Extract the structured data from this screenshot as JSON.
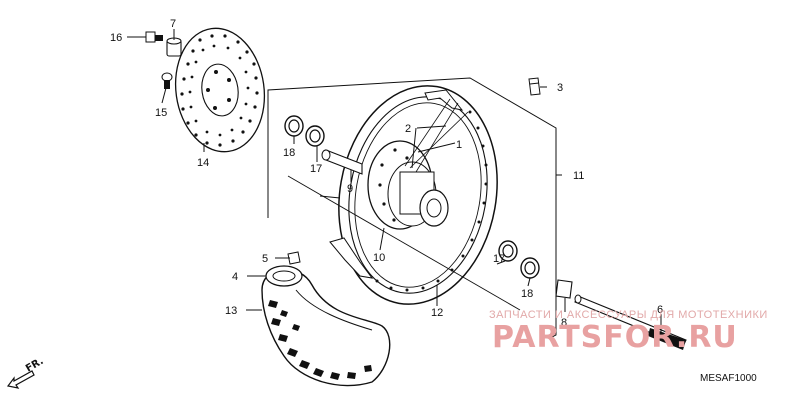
{
  "diagram": {
    "part_numbers": {
      "p1": "1",
      "p2": "2",
      "p3": "3",
      "p4": "4",
      "p5": "5",
      "p6": "6",
      "p7": "7",
      "p8": "8",
      "p9": "9",
      "p10": "10",
      "p11": "11",
      "p12": "12",
      "p13": "13",
      "p14": "14",
      "p15": "15",
      "p16": "16",
      "p17a": "17",
      "p17b": "17",
      "p18a": "18",
      "p18b": "18"
    },
    "direction_label": "FR.",
    "diagram_code": "MESAF1000"
  },
  "watermark": {
    "tagline": "ЗАПЧАСТИ И АКСЕССУАРЫ ДЛЯ МОТОТЕХНИКИ",
    "logo": "PARTSFOR.RU"
  },
  "colors": {
    "line": "#111111",
    "watermark": "#e8a1a1"
  }
}
